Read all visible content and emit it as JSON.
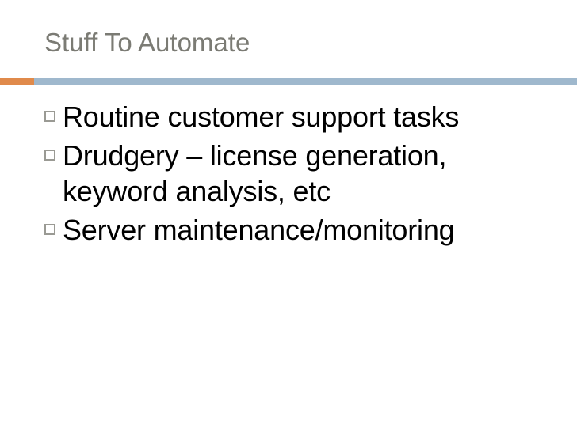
{
  "slide": {
    "title": "Stuff To Automate",
    "divider": {
      "accent_color": "#e08a4b",
      "bar_color": "#9fb8cd"
    },
    "bullets": [
      {
        "text": "Routine customer support tasks"
      },
      {
        "text": "Drudgery – license generation, keyword analysis, etc"
      },
      {
        "text": "Server maintenance/monitoring"
      }
    ]
  }
}
